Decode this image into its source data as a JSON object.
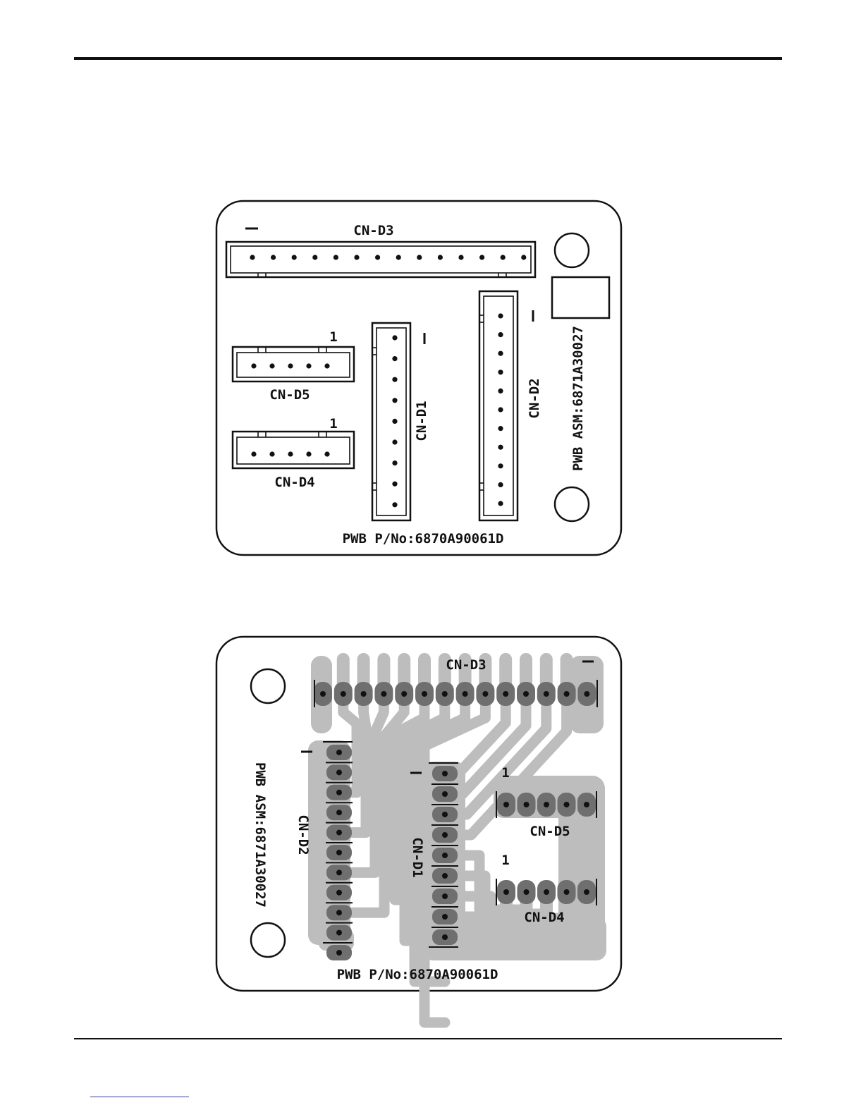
{
  "component_view": {
    "connectors": {
      "cn_d3": {
        "label": "CN-D3",
        "pin1": "1",
        "pins": 14
      },
      "cn_d5": {
        "label": "CN-D5",
        "pin1": "1",
        "pins": 5
      },
      "cn_d4": {
        "label": "CN-D4",
        "pin1": "1",
        "pins": 5
      },
      "cn_d1": {
        "label": "CN-D1",
        "pin1": "1",
        "pins": 9
      },
      "cn_d2": {
        "label": "CN-D2",
        "pin1": "1",
        "pins": 11
      }
    },
    "asm_label": "PWB ASM:6871A30027",
    "part_number": "PWB P/No:6870A90061D"
  },
  "solder_view": {
    "connectors": {
      "cn_d3": {
        "label": "CN-D3",
        "pin1": "1",
        "pins": 14
      },
      "cn_d5": {
        "label": "CN-D5",
        "pin1": "1",
        "pins": 5
      },
      "cn_d4": {
        "label": "CN-D4",
        "pin1": "1",
        "pins": 5
      },
      "cn_d1": {
        "label": "CN-D1",
        "pin1": "1",
        "pins": 9
      },
      "cn_d2": {
        "label": "CN-D2",
        "pin1": "1",
        "pins": 11
      }
    },
    "asm_label": "PWB ASM:6871A30027",
    "part_number": "PWB P/No:6870A90061D"
  },
  "colors": {
    "ink": "#111111",
    "copper": "#bdbdbd",
    "pad": "#6f6f6f",
    "link": "#2b39c8"
  }
}
